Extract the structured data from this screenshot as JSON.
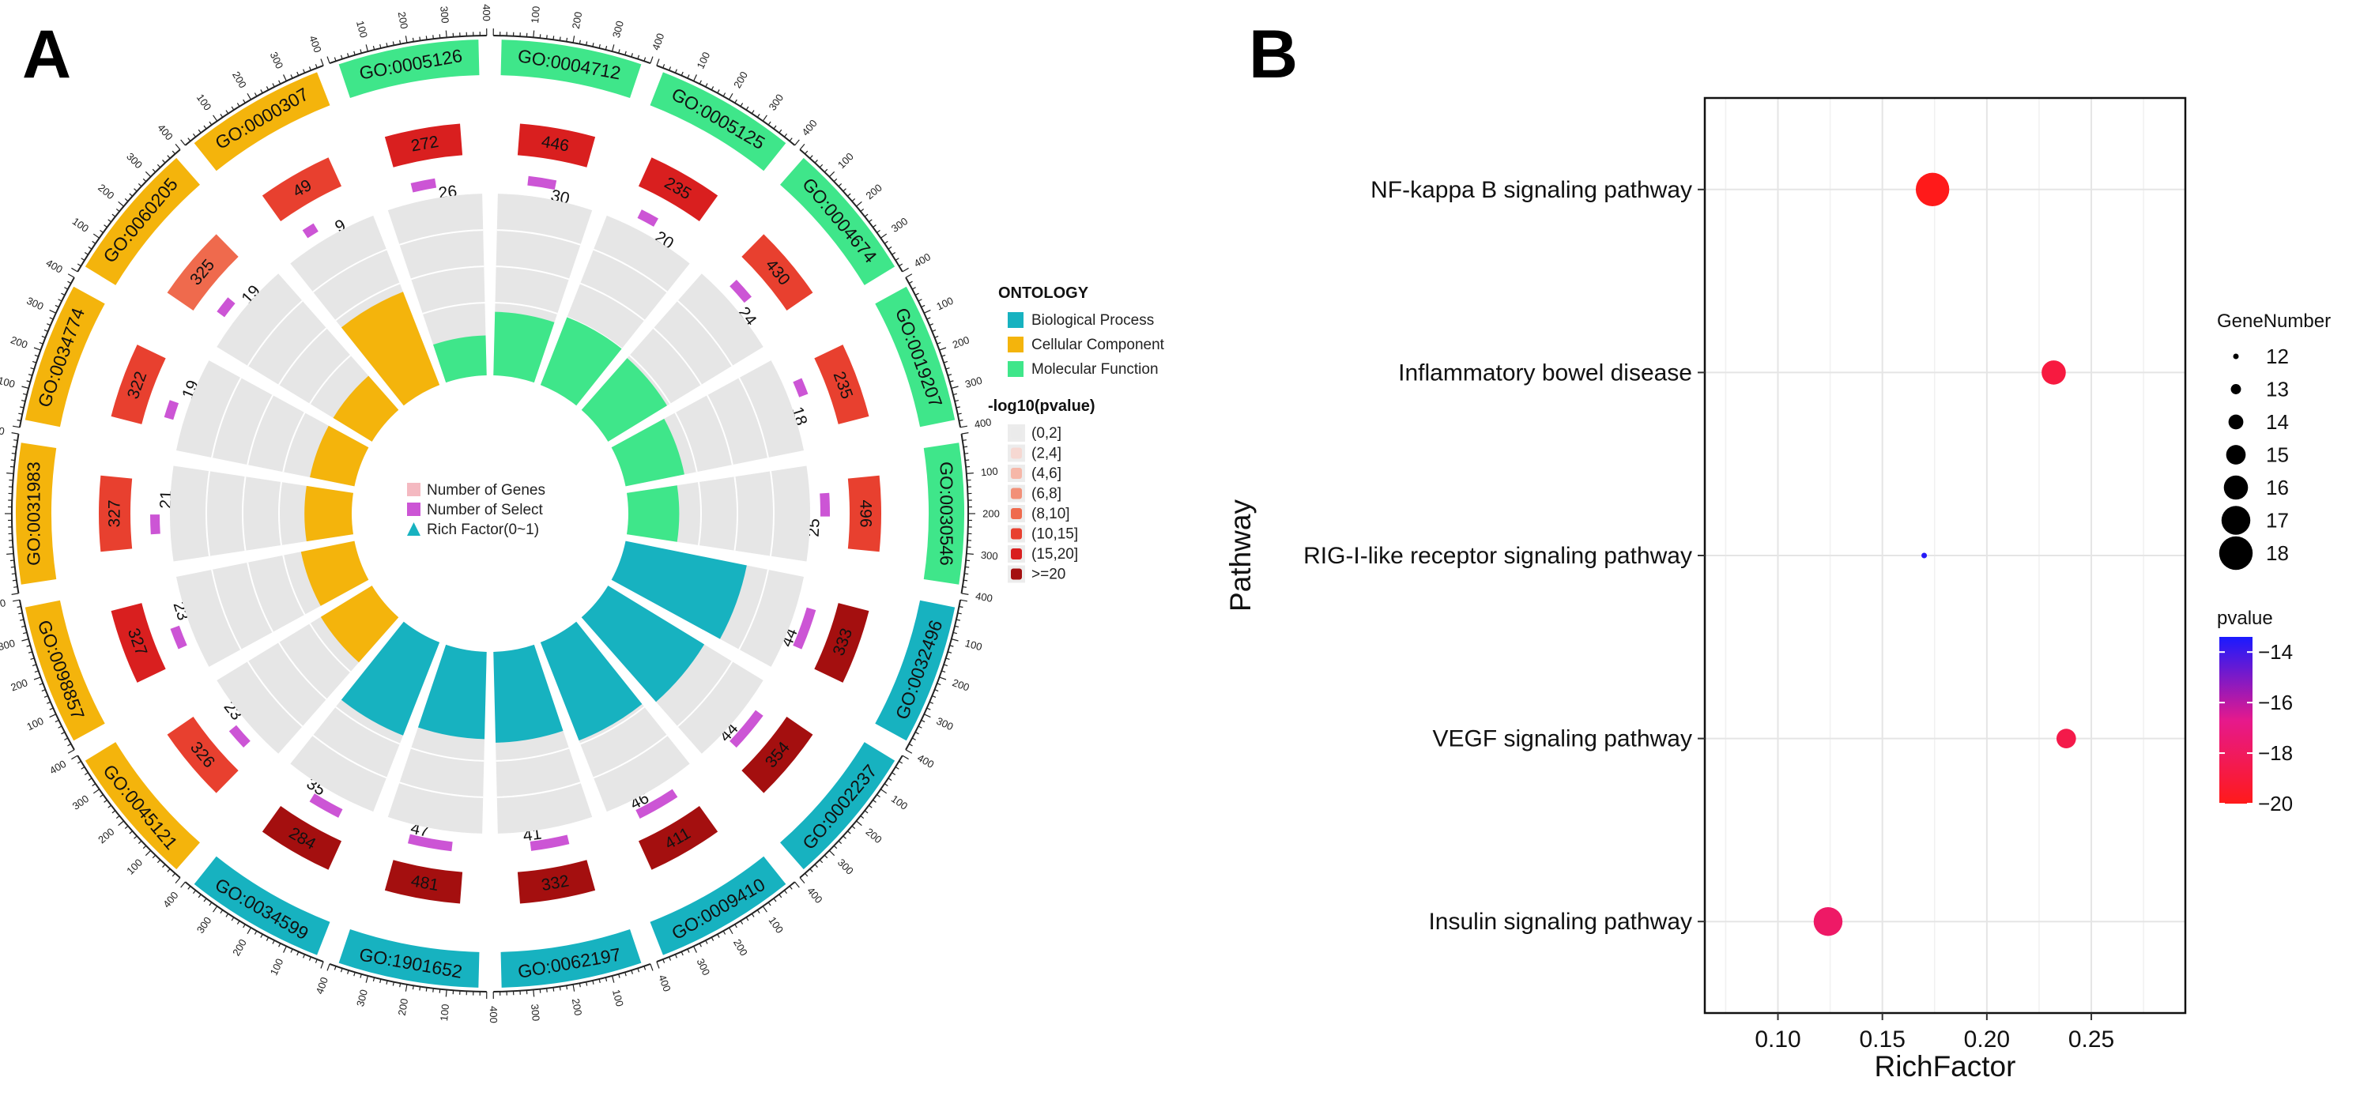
{
  "panels": {
    "a_label": "A",
    "b_label": "B"
  },
  "colors": {
    "bp": "#17b2c0",
    "cc": "#f4b40c",
    "mf": "#3fe68a",
    "track_bg": "#e6e6e6",
    "select_bar": "#cc55d5",
    "bp_dot": "#1a30e6",
    "pval_gradient": [
      "#ff1a1a",
      "#e6198c",
      "#1a1aff"
    ]
  },
  "chart_data": [
    {
      "type": "circular-bar",
      "panel": "A",
      "legend_title_ontology": "ONTOLOGY",
      "ontology_legend": [
        {
          "label": "Biological Process",
          "color": "#17b2c0"
        },
        {
          "label": "Cellular Component",
          "color": "#f4b40c"
        },
        {
          "label": "Molecular Function",
          "color": "#3fe68a"
        }
      ],
      "legend_title_pvalue": "-log10(pvalue)",
      "pvalue_legend": [
        {
          "label": "(0,2]",
          "color": "#ebebeb"
        },
        {
          "label": "(2,4]",
          "color": "#f6d8d2"
        },
        {
          "label": "(4,6]",
          "color": "#f6b7a8"
        },
        {
          "label": "(6,8]",
          "color": "#f29078"
        },
        {
          "label": "(8,10]",
          "color": "#ef6a4d"
        },
        {
          "label": "(10,15]",
          "color": "#e8402f"
        },
        {
          "label": "(15,20]",
          "color": "#d91f1f"
        },
        {
          "label": ">=20",
          "color": "#a40f0f"
        }
      ],
      "center_legend": [
        "Number of Genes",
        "Number of Select",
        "Rich Factor(0~1)"
      ],
      "outer_ticks": [
        "100",
        "200",
        "300",
        "400"
      ],
      "terms": [
        {
          "id": "GO:0004712",
          "ontology": "mf",
          "genes": 446,
          "select": 30,
          "rich": 0.35,
          "bin": 6
        },
        {
          "id": "GO:0005125",
          "ontology": "mf",
          "genes": 235,
          "select": 20,
          "rich": 0.4,
          "bin": 6
        },
        {
          "id": "GO:0004674",
          "ontology": "mf",
          "genes": 430,
          "select": 24,
          "rich": 0.38,
          "bin": 5
        },
        {
          "id": "GO:0019207",
          "ontology": "mf",
          "genes": 235,
          "select": 18,
          "rich": 0.33,
          "bin": 5
        },
        {
          "id": "GO:0030546",
          "ontology": "mf",
          "genes": 496,
          "select": 25,
          "rich": 0.28,
          "bin": 5
        },
        {
          "id": "GO:0032496",
          "ontology": "bp",
          "genes": 333,
          "select": 44,
          "rich": 0.68,
          "bin": 7
        },
        {
          "id": "GO:0002237",
          "ontology": "bp",
          "genes": 354,
          "select": 44,
          "rich": 0.62,
          "bin": 7
        },
        {
          "id": "GO:0009410",
          "ontology": "bp",
          "genes": 411,
          "select": 46,
          "rich": 0.58,
          "bin": 7
        },
        {
          "id": "GO:0062197",
          "ontology": "bp",
          "genes": 332,
          "select": 41,
          "rich": 0.5,
          "bin": 7
        },
        {
          "id": "GO:1901652",
          "ontology": "bp",
          "genes": 481,
          "select": 47,
          "rich": 0.48,
          "bin": 7
        },
        {
          "id": "GO:0034599",
          "ontology": "bp",
          "genes": 284,
          "select": 35,
          "rich": 0.55,
          "bin": 7
        },
        {
          "id": "GO:0045121",
          "ontology": "cc",
          "genes": 326,
          "select": 23,
          "rich": 0.33,
          "bin": 5
        },
        {
          "id": "GO:0098857",
          "ontology": "cc",
          "genes": 327,
          "select": 23,
          "rich": 0.3,
          "bin": 6
        },
        {
          "id": "GO:0031983",
          "ontology": "cc",
          "genes": 327,
          "select": 21,
          "rich": 0.26,
          "bin": 5
        },
        {
          "id": "GO:0034774",
          "ontology": "cc",
          "genes": 322,
          "select": 19,
          "rich": 0.25,
          "bin": 5
        },
        {
          "id": "GO:0060205",
          "ontology": "cc",
          "genes": 325,
          "select": 19,
          "rich": 0.25,
          "bin": 4
        },
        {
          "id": "GO:0000307",
          "ontology": "cc",
          "genes": 49,
          "select": 9,
          "rich": 0.55,
          "bin": 5
        },
        {
          "id": "GO:0005126",
          "ontology": "mf",
          "genes": 272,
          "select": 26,
          "rich": 0.22,
          "bin": 6
        }
      ]
    },
    {
      "type": "scatter",
      "panel": "B",
      "xlabel": "RichFactor",
      "ylabel": "Pathway",
      "xlim": [
        0.065,
        0.295
      ],
      "xticks": [
        0.1,
        0.15,
        0.2,
        0.25
      ],
      "xtick_labels": [
        "0.10",
        "0.15",
        "0.20",
        "0.25"
      ],
      "grid": true,
      "categories": [
        "NF-kappa B signaling pathway",
        "Inflammatory bowel disease",
        "RIG-I-like receptor signaling pathway",
        "VEGF signaling pathway",
        "Insulin signaling pathway"
      ],
      "points": [
        {
          "pathway": "NF-kappa B signaling pathway",
          "x": 0.174,
          "genes": 18,
          "pvalue": -20.0
        },
        {
          "pathway": "Inflammatory bowel disease",
          "x": 0.232,
          "genes": 16,
          "pvalue": -18.9
        },
        {
          "pathway": "RIG-I-like receptor signaling pathway",
          "x": 0.17,
          "genes": 12,
          "pvalue": -13.6
        },
        {
          "pathway": "VEGF signaling pathway",
          "x": 0.238,
          "genes": 15,
          "pvalue": -18.6
        },
        {
          "pathway": "Insulin signaling pathway",
          "x": 0.124,
          "genes": 17,
          "pvalue": -17.8
        }
      ],
      "size_legend_title": "GeneNumber",
      "size_legend": [
        12,
        13,
        14,
        15,
        16,
        17,
        18
      ],
      "color_legend_title": "pvalue",
      "color_legend_range": [
        -20,
        -13.4
      ],
      "color_legend_ticks": [
        -14,
        -16,
        -18,
        -20
      ],
      "color_legend_labels": [
        "−14",
        "−16",
        "−18",
        "−20"
      ]
    }
  ]
}
